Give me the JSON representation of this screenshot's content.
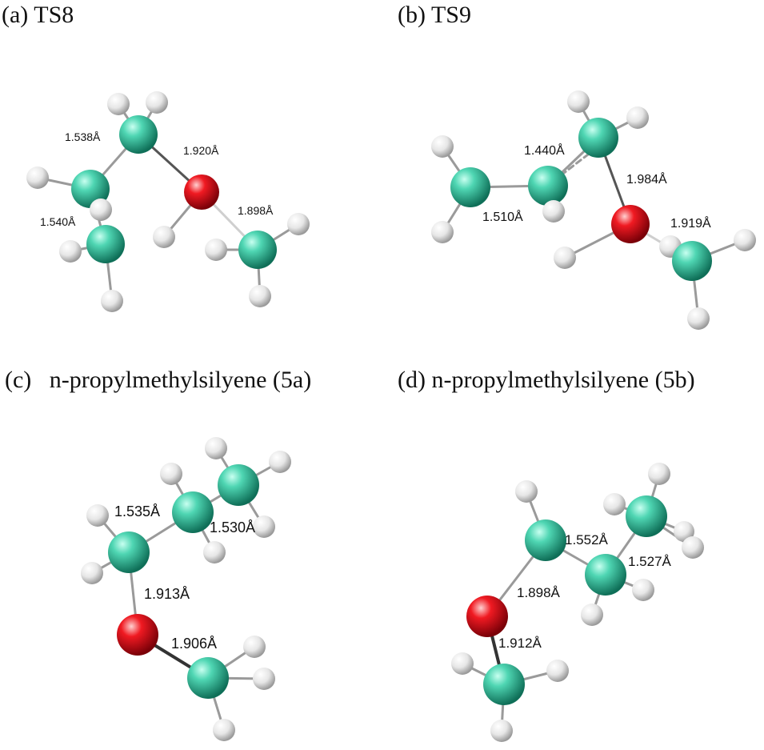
{
  "panels": [
    {
      "id": "a",
      "title": "(a) TS8",
      "bond_labels": [
        "1.538Å",
        "1.920Å",
        "1.540Å",
        "1.898Å"
      ]
    },
    {
      "id": "b",
      "title": "(b) TS9",
      "bond_labels": [
        "1.440Å",
        "1.984Å",
        "1.510Å",
        "1.919Å"
      ]
    },
    {
      "id": "c",
      "title": "(c)   n-propylmethylsilyene (5a)",
      "bond_labels": [
        "1.535Å",
        "1.530Å",
        "1.913Å",
        "1.906Å"
      ]
    },
    {
      "id": "d",
      "title": "(d) n-propylmethylsilyene (5b)",
      "bond_labels": [
        "1.552Å",
        "1.527Å",
        "1.898Å",
        "1.912Å"
      ]
    }
  ],
  "atom_colors": {
    "carbon": "#3cc9a5",
    "silicon": "#e8121d",
    "hydrogen": "#f2f2f2",
    "bond": "#9a9a9a"
  }
}
